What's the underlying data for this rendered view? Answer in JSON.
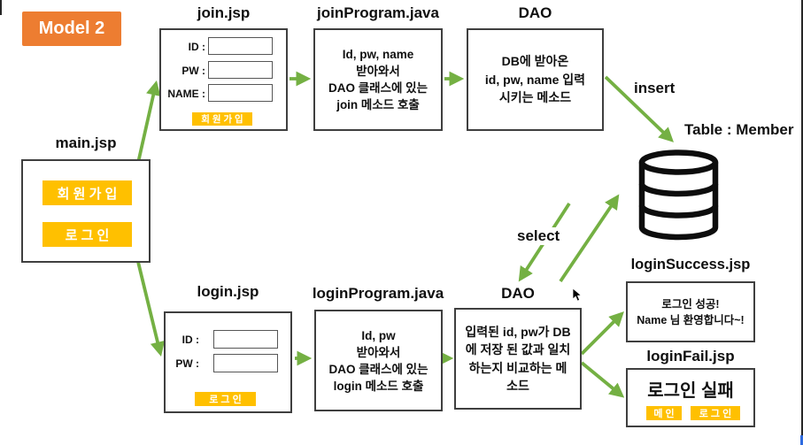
{
  "badge": {
    "label": "Model 2"
  },
  "colors": {
    "orange": "#ED7D31",
    "amber": "#FFC000",
    "green": "#74b043",
    "line": "#3f3f3f",
    "blue_fragment": "#2e6be0"
  },
  "flow_labels": {
    "insert": "insert",
    "select": "select",
    "table": "Table : Member"
  },
  "nodes": {
    "main_jsp": {
      "title": "main.jsp",
      "buttons": [
        "회 원 가 입",
        "로 그 인"
      ]
    },
    "join_jsp": {
      "title": "join.jsp",
      "fields": [
        "ID :",
        "PW :",
        "NAME :"
      ],
      "button": "회 원 가 입"
    },
    "join_program": {
      "title": "joinProgram.java",
      "lines": [
        "Id, pw, name",
        "받아와서",
        "DAO 클래스에 있는",
        "join 메소드 호출"
      ]
    },
    "dao_top": {
      "title": "DAO",
      "lines": [
        "DB에 받아온",
        "id, pw, name 입력",
        "시키는 메소드"
      ]
    },
    "login_jsp": {
      "title": "login.jsp",
      "fields": [
        "ID :",
        "PW :"
      ],
      "button": "로 그 인"
    },
    "login_program": {
      "title": "loginProgram.java",
      "lines": [
        "Id, pw",
        "받아와서",
        "DAO 클래스에 있는",
        "login 메소드 호출"
      ]
    },
    "dao_bottom": {
      "title": "DAO",
      "lines": [
        "입력된 id, pw가 DB",
        "에 저장 된 값과 일치",
        "하는지 비교하는 메",
        "소드"
      ]
    },
    "login_success": {
      "title": "loginSuccess.jsp",
      "lines": [
        "로그인 성공!",
        "Name 님 환영합니다~!"
      ]
    },
    "login_fail": {
      "title": "loginFail.jsp",
      "text": "로그인 실패",
      "buttons": [
        "메 인",
        "로 그 인"
      ]
    }
  },
  "icons": {
    "database": "database-cylinder-icon",
    "cursor": "mouse-pointer-icon"
  }
}
